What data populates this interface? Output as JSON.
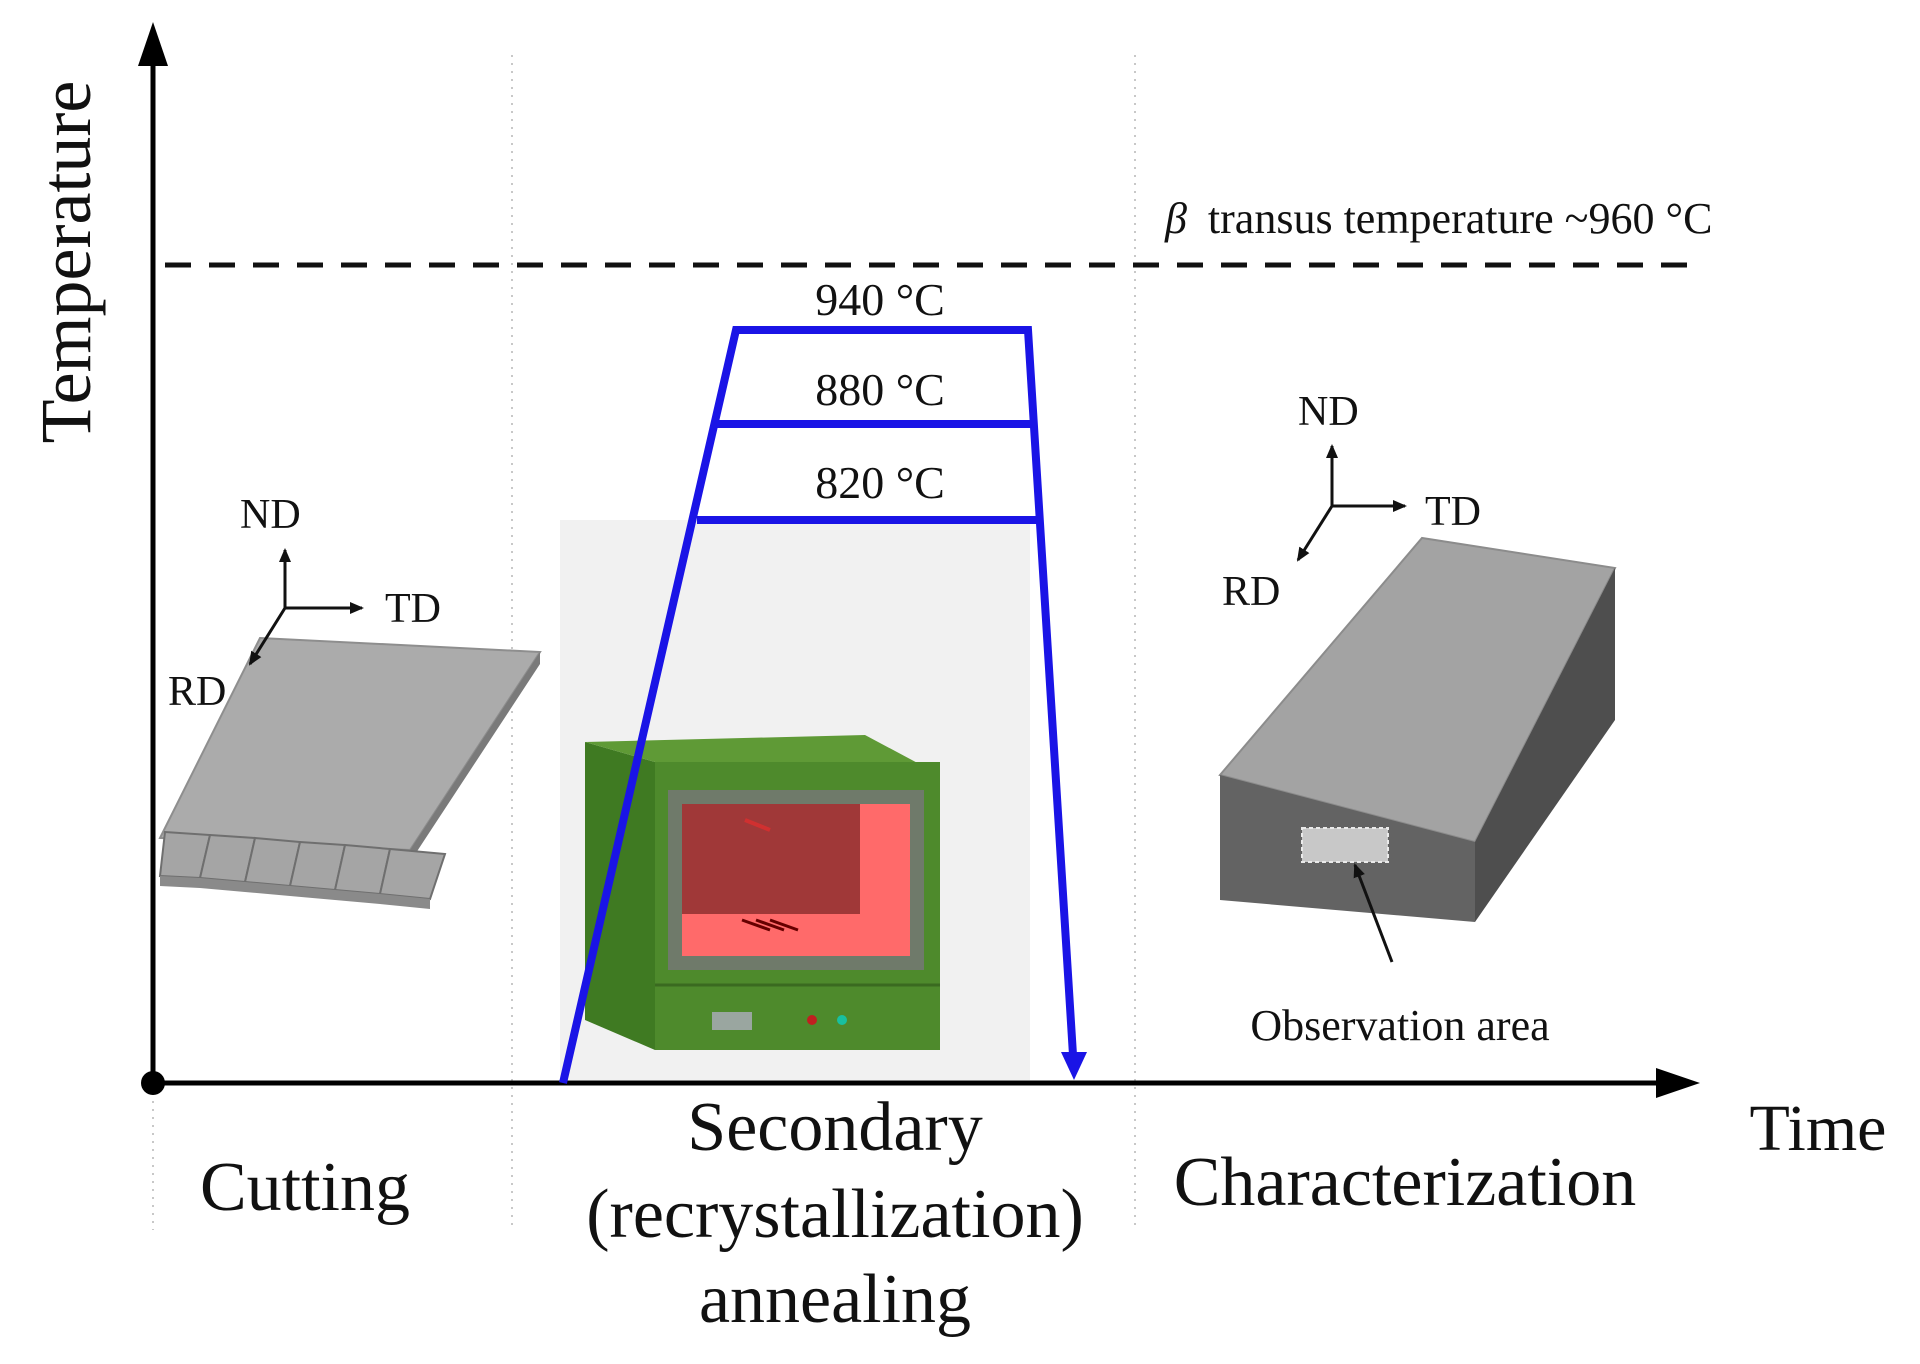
{
  "axes": {
    "y_label": "Temperature",
    "x_label": "Time"
  },
  "beta_transus": {
    "symbol": "β",
    "label": "transus temperature ~960 °C"
  },
  "annealing_temperatures": [
    "940 °C",
    "880 °C",
    "820 °C"
  ],
  "stages": {
    "cutting": "Cutting",
    "annealing_line1": "Secondary",
    "annealing_line2": "(recrystallization)",
    "annealing_line3": "annealing",
    "characterization": "Characterization"
  },
  "axis_triads": {
    "left": {
      "nd": "ND",
      "td": "TD",
      "rd": "RD"
    },
    "right": {
      "nd": "ND",
      "td": "TD",
      "rd": "RD"
    }
  },
  "observation_label": "Observation area",
  "colors": {
    "profile": "#1a14e6",
    "furnace_body": "#4e8a2c",
    "furnace_chamber": "#ff6a6a",
    "plate": "#a9a9a9",
    "block_side": "#5a5a5a"
  }
}
